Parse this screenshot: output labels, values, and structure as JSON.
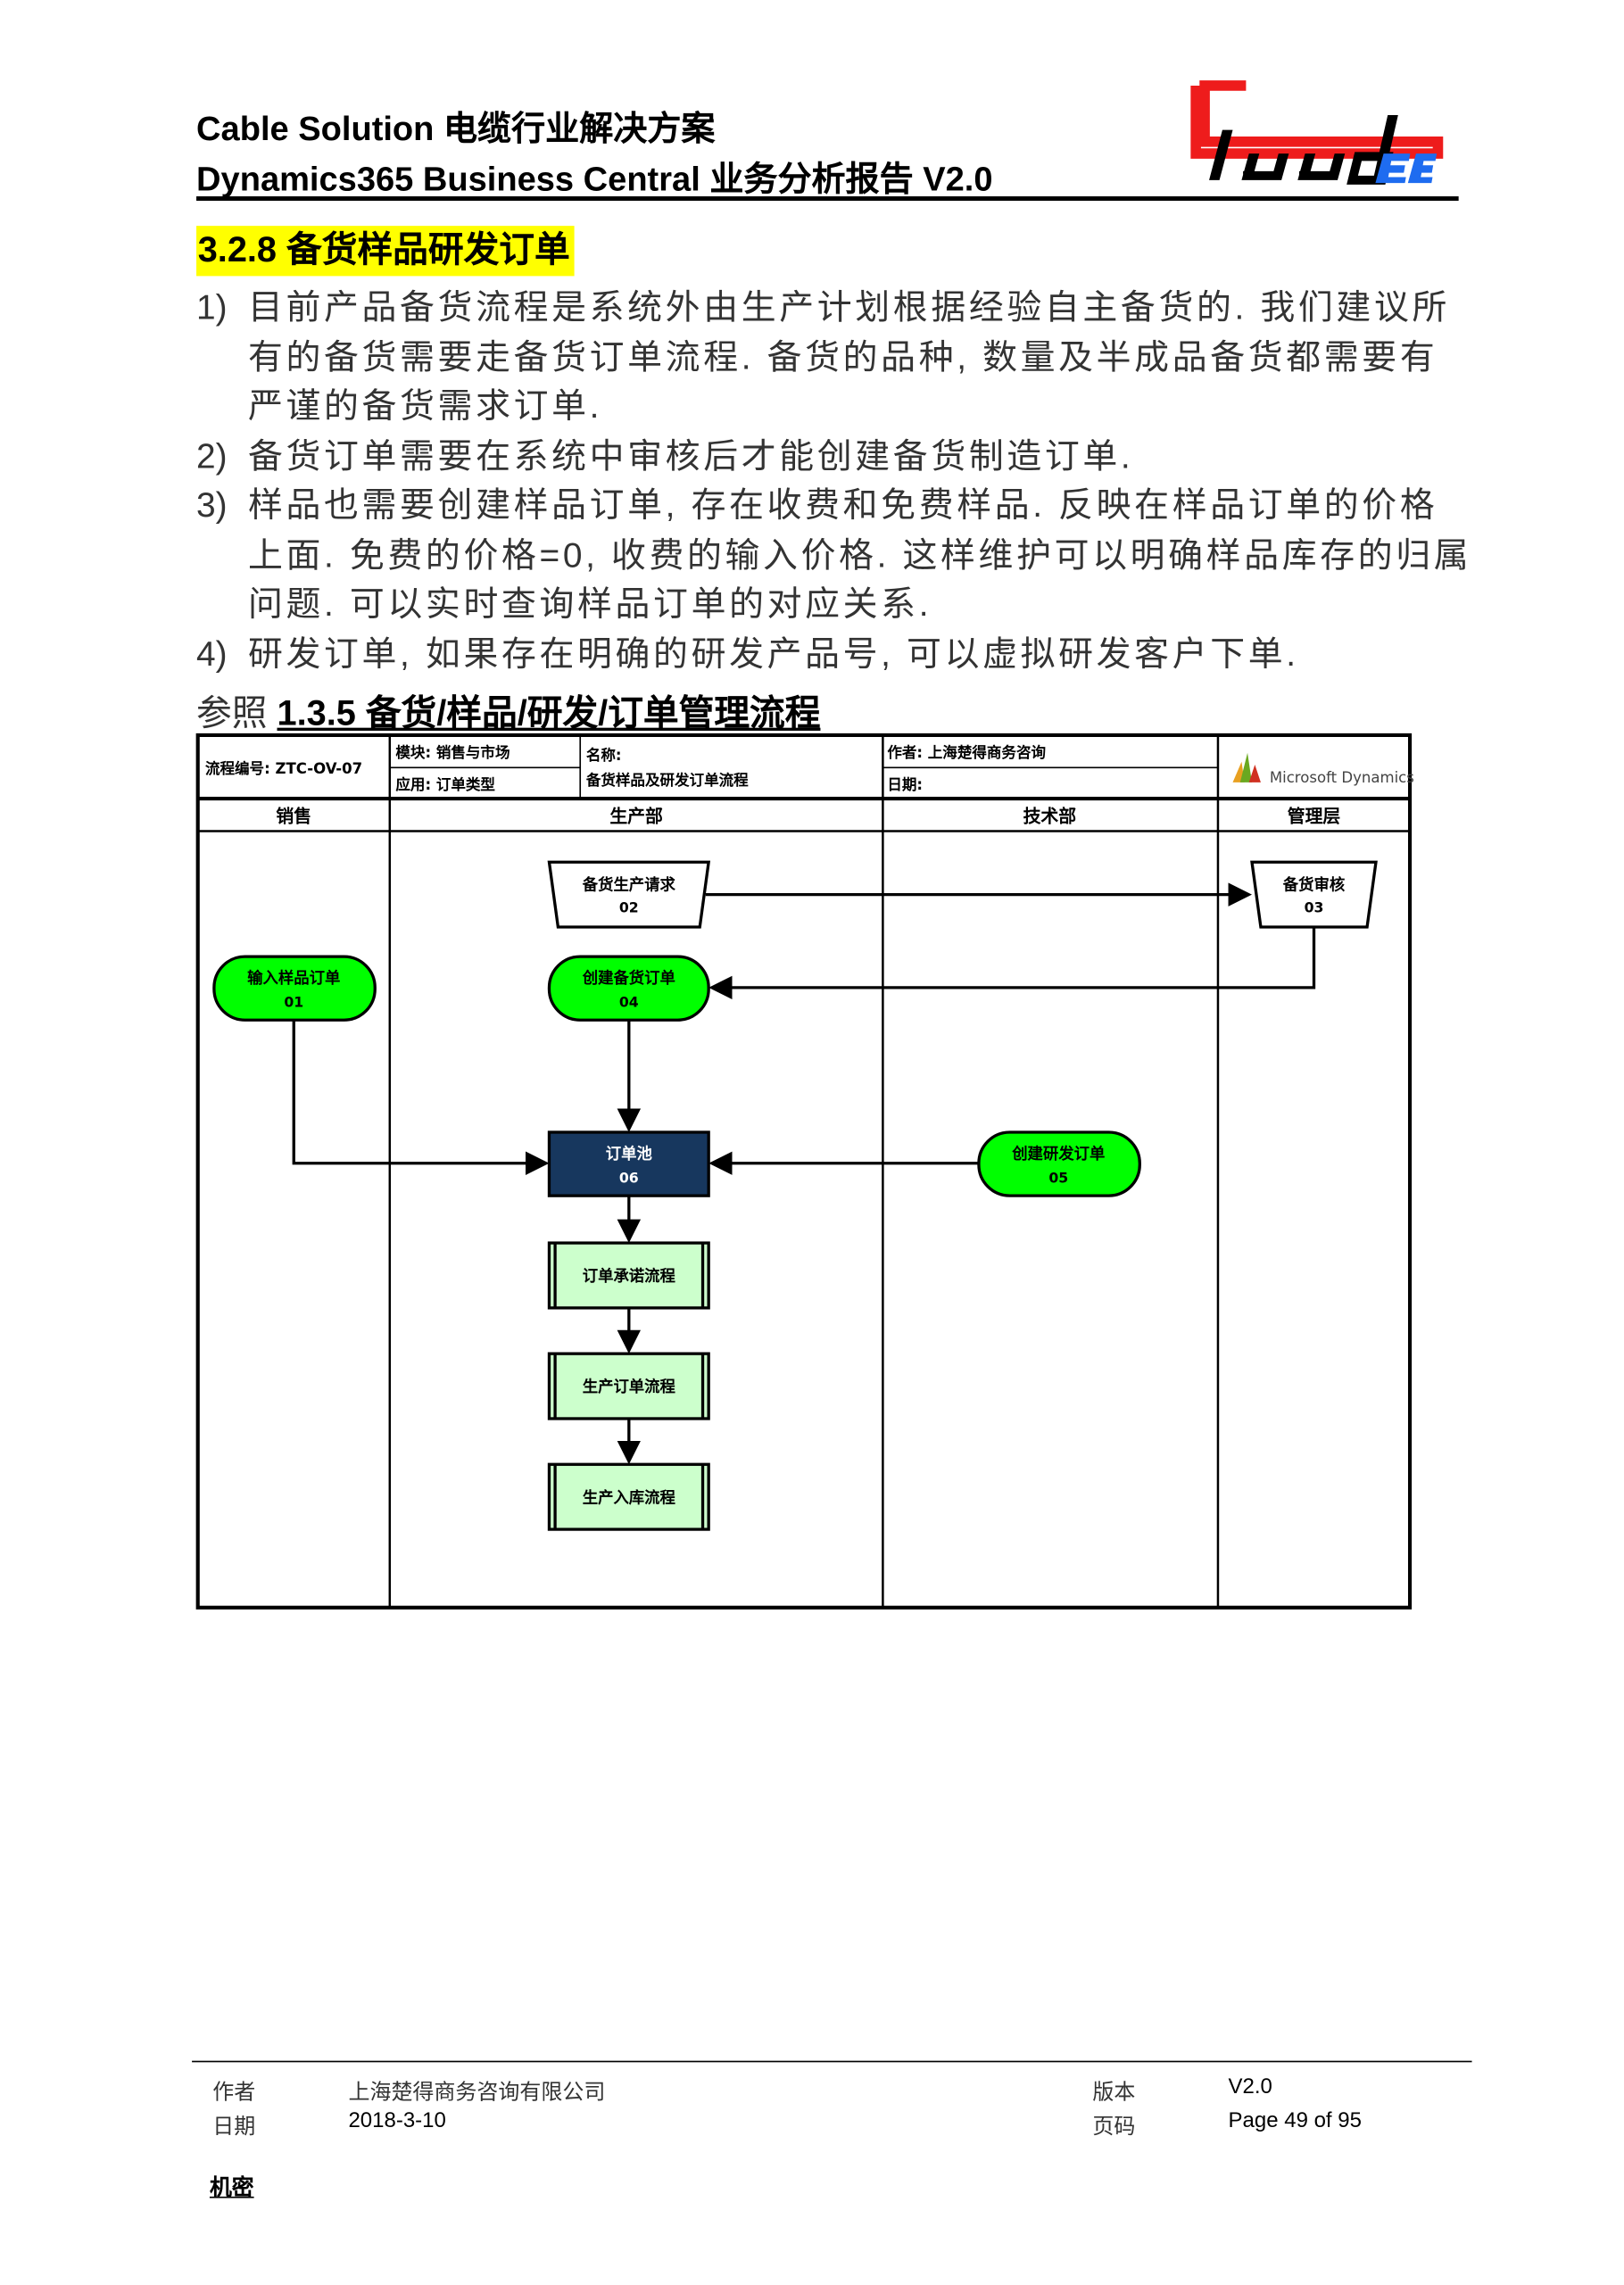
{
  "header": {
    "line1": "Cable Solution 电缆行业解决方案",
    "line2": "Dynamics365 Business Central 业务分析报告 V2.0",
    "logo_text": "ChudEE"
  },
  "section": {
    "heading": "3.2.8  备货样品研发订单",
    "items": [
      {
        "num": "1)",
        "lines": [
          "目前产品备货流程是系统外由生产计划根据经验自主备货的. 我们建议所",
          "有的备货需要走备货订单流程. 备货的品种, 数量及半成品备货都需要有",
          "严谨的备货需求订单."
        ]
      },
      {
        "num": "2)",
        "lines": [
          "备货订单需要在系统中审核后才能创建备货制造订单."
        ]
      },
      {
        "num": "3)",
        "lines": [
          "样品也需要创建样品订单, 存在收费和免费样品. 反映在样品订单的价格",
          "上面. 免费的价格=0, 收费的输入价格. 这样维护可以明确样品库存的归属",
          "问题. 可以实时查询样品订单的对应关系."
        ]
      },
      {
        "num": "4)",
        "lines": [
          "研发订单, 如果存在明确的研发产品号, 可以虚拟研发客户下单."
        ]
      }
    ],
    "reference_prefix": "参照 ",
    "reference_link": "1.3.5 备货/样品/研发/订单管理流程"
  },
  "diagram": {
    "process_no": "流程编号: ZTC-OV-07",
    "module": "模块: 销售与市场",
    "application": "应用: 订单类型",
    "name_label": "名称:",
    "name_value": "备货样品及研发订单流程",
    "author": "作者: 上海楚得商务咨询",
    "date": "日期:",
    "brand": "Microsoft Dynamics",
    "lanes": [
      "销售",
      "生产部",
      "技术部",
      "管理层"
    ],
    "nodes": {
      "request": {
        "label": "备货生产请求",
        "id": "02"
      },
      "approve": {
        "label": "备货审核",
        "id": "03"
      },
      "sample": {
        "label": "输入样品订单",
        "id": "01"
      },
      "stock": {
        "label": "创建备货订单",
        "id": "04"
      },
      "pool": {
        "label": "订单池",
        "id": "06"
      },
      "rd": {
        "label": "创建研发订单",
        "id": "05"
      },
      "promise": {
        "label": "订单承诺流程"
      },
      "prod": {
        "label": "生产订单流程"
      },
      "receipt": {
        "label": "生产入库流程"
      }
    },
    "colors": {
      "pill": "#00ff00",
      "pool": "#17375e",
      "process": "#ccffcc"
    }
  },
  "footer": {
    "author_label": "作者",
    "author_value": "上海楚得商务咨询有限公司",
    "date_label": "日期",
    "date_value": "2018-3-10",
    "version_label": "版本",
    "version_value": "V2.0",
    "page_label": "页码",
    "page_value": "Page 49 of 95",
    "confidential": "机密"
  }
}
